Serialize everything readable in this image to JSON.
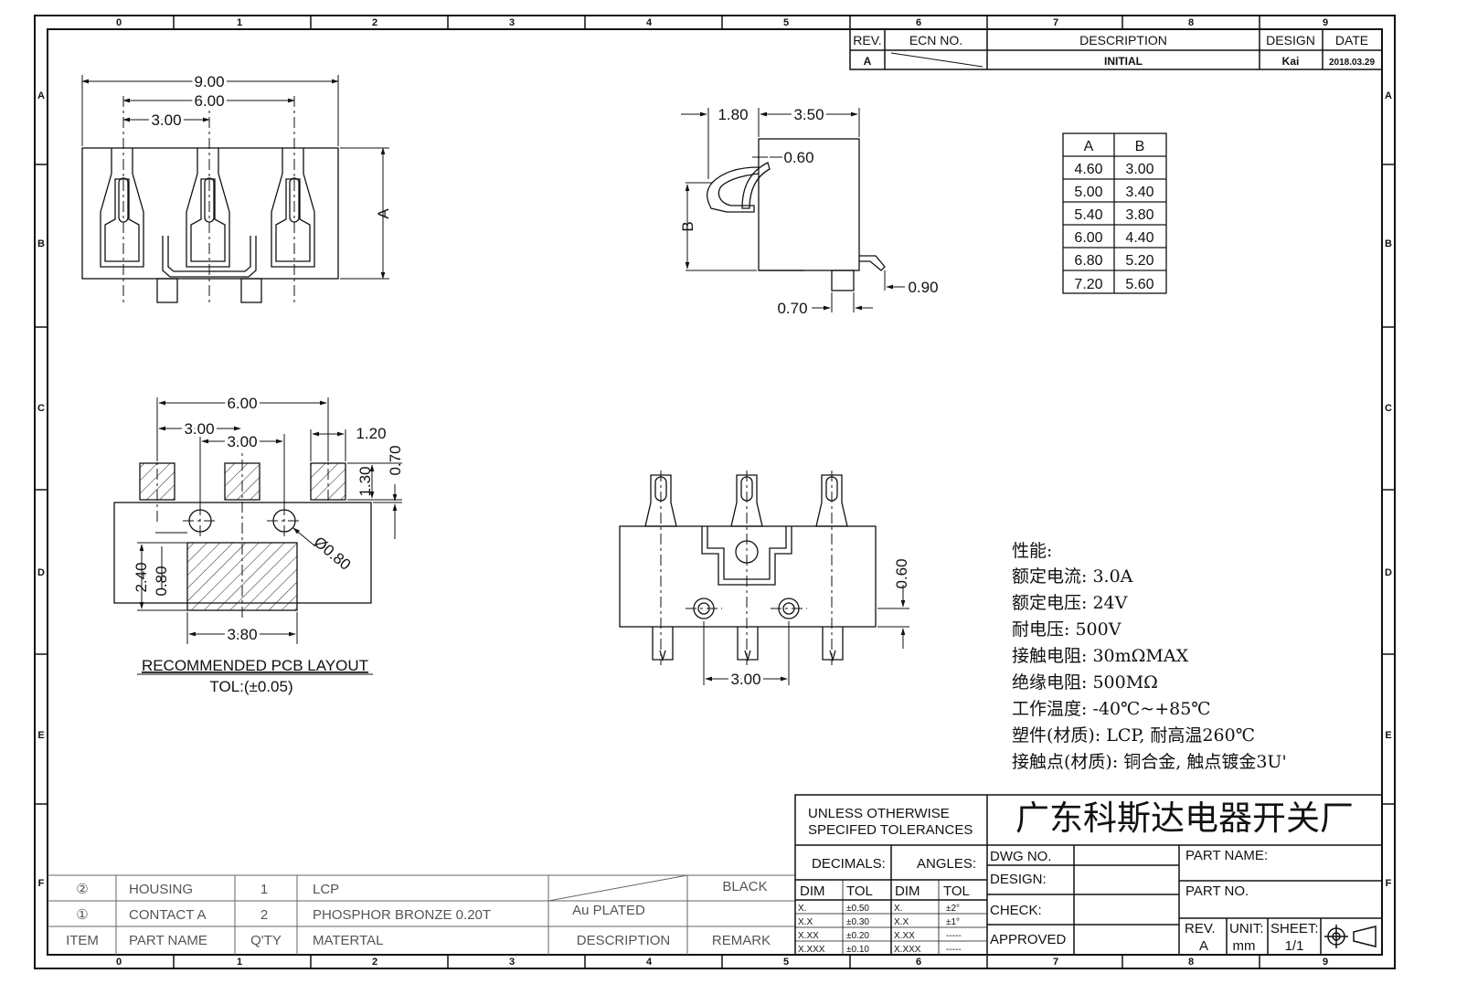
{
  "frame": {
    "col_labels": [
      "0",
      "1",
      "2",
      "3",
      "4",
      "5",
      "6",
      "7",
      "8",
      "9"
    ],
    "row_labels": [
      "A",
      "B",
      "C",
      "D",
      "E",
      "F"
    ]
  },
  "revision_block": {
    "headers": {
      "rev": "REV.",
      "ecn": "ECN NO.",
      "description": "DESCRIPTION",
      "design": "DESIGN",
      "date": "DATE"
    },
    "row": {
      "rev": "A",
      "description": "INITIAL",
      "design": "Kai",
      "date": "2018.03.29"
    }
  },
  "front_view": {
    "dim_overall": "9.00",
    "dim_outer_pitch": "6.00",
    "dim_pitch": "3.00",
    "dim_height": "A"
  },
  "side_view": {
    "dim_1": "1.80",
    "dim_2": "3.50",
    "dim_3": "0.60",
    "dim_height": "B",
    "dim_4": "0.70",
    "dim_5": "0.90"
  },
  "size_table": {
    "headers": [
      "A",
      "B"
    ],
    "rows": [
      [
        "4.60",
        "3.00"
      ],
      [
        "5.00",
        "3.40"
      ],
      [
        "5.40",
        "3.80"
      ],
      [
        "6.00",
        "4.40"
      ],
      [
        "6.80",
        "5.20"
      ],
      [
        "7.20",
        "5.60"
      ]
    ]
  },
  "pcb_layout": {
    "dim_span": "6.00",
    "dim_pitch_a": "3.00",
    "dim_pitch_b": "3.00",
    "dim_pad_w": "1.20",
    "dim_pad_h": "1.30",
    "dim_offset": "0.70",
    "dim_hole": "Ø0.80",
    "dim_pad_big_h": "2.40",
    "dim_small": "0.80",
    "dim_pad_big_w": "3.80",
    "title": "RECOMMENDED PCB LAYOUT",
    "tolerance": "TOL:(±0.05)"
  },
  "bottom_view": {
    "dim_offset": "0.60",
    "dim_pitch": "3.00"
  },
  "performance": {
    "heading": "性能:",
    "lines": [
      "额定电流: 3.0A",
      "额定电压: 24V",
      "耐电压: 500V",
      "接触电阻: 30mΩMAX",
      "绝缘电阻: 500MΩ",
      "工作温度: -40℃~+85℃",
      "塑件(材质): LCP, 耐高温260℃",
      "接触点(材质): 铜合金, 触点镀金3U'"
    ]
  },
  "bom": {
    "rows": [
      {
        "item": "②",
        "part": "HOUSING",
        "qty": "1",
        "material": "LCP",
        "description": "",
        "remark": "BLACK"
      },
      {
        "item": "①",
        "part": "CONTACT A",
        "qty": "2",
        "material": "PHOSPHOR BRONZE 0.20T",
        "description": "Au PLATED",
        "remark": ""
      }
    ],
    "headers": {
      "item": "ITEM",
      "part": "PART NAME",
      "qty": "Q'TY",
      "material": "MATERTAL",
      "description": "DESCRIPTION",
      "remark": "REMARK"
    }
  },
  "title_block": {
    "tolerance_note_1": "UNLESS OTHERWISE",
    "tolerance_note_2": "SPECIFED TOLERANCES",
    "company": "广东科斯达电器开关厂",
    "decimals_label": "DECIMALS:",
    "angles_label": "ANGLES:",
    "dim_label": "DIM",
    "tol_label": "TOL",
    "decimal_rows": [
      [
        "X.",
        "±0.50"
      ],
      [
        "X.X",
        "±0.30"
      ],
      [
        "X.XX",
        "±0.20"
      ],
      [
        "X.XXX",
        "±0.10"
      ]
    ],
    "angle_rows": [
      [
        "X.",
        "±2°"
      ],
      [
        "X.X",
        "±1°"
      ],
      [
        "X.XX",
        "-----"
      ],
      [
        "X.XXX",
        "-----"
      ]
    ],
    "dwg_no": "DWG NO.",
    "design": "DESIGN:",
    "check": "CHECK:",
    "approved": "APPROVED",
    "part_name": "PART NAME:",
    "part_no": "PART NO.",
    "rev_label": "REV.",
    "rev_value": "A",
    "unit_label": "UNIT:",
    "unit_value": "mm",
    "sheet_label": "SHEET:",
    "sheet_value": "1/1"
  }
}
